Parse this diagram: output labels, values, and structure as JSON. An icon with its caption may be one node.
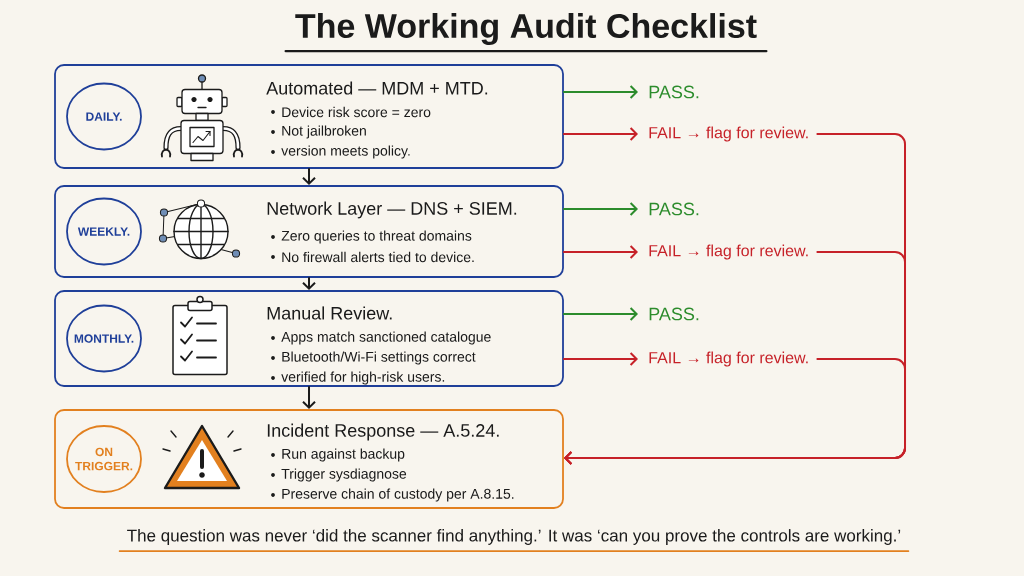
{
  "diagram": {
    "title": "The Working Audit Checklist",
    "caption": "The question was never ‘did the scanner find anything.’ It was ‘can you prove the controls are working.’",
    "nodes": [
      {
        "text": [
          "Automated — MDM + MTD.",
          "Device risk score = zero",
          "Not jailbroken",
          "version meets policy."
        ]
      },
      {
        "text": [
          "DAILY."
        ],
        "in": 0
      },
      {
        "text": [
          "PASS."
        ]
      },
      {
        "text": [
          "FAIL → flag for review."
        ]
      },
      {
        "text": [
          "Network Layer — DNS + SIEM.",
          "Zero queries to threat domains",
          "No firewall alerts tied to device."
        ]
      },
      {
        "text": [
          "WEEKLY."
        ],
        "in": 4
      },
      {
        "text": [
          "PASS."
        ]
      },
      {
        "text": [
          "FAIL → flag for review."
        ]
      },
      {
        "text": [
          "Manual Review.",
          "Apps match sanctioned catalogue",
          "Bluetooth/Wi-Fi settings correct",
          "verified for high-risk users."
        ]
      },
      {
        "text": [
          "MONTHLY."
        ],
        "in": 8
      },
      {
        "text": [
          "PASS."
        ]
      },
      {
        "text": [
          "FAIL → flag for review."
        ]
      },
      {
        "text": [
          "Incident Response — A.5.24.",
          "Run against backup",
          "Trigger sysdiagnose",
          "Preserve chain of custody per A.8.15."
        ]
      },
      {
        "text": [
          "ON TRIGGER."
        ],
        "in": 12
      }
    ],
    "edges": [
      {
        "from": 0,
        "to": 4,
        "arrow": "to",
        "color": "#1b1b1b"
      },
      {
        "from": 4,
        "to": 8,
        "arrow": "to",
        "color": "#1b1b1b"
      },
      {
        "from": 8,
        "to": 12,
        "arrow": "to",
        "color": "#1b1b1b"
      },
      {
        "from": 0,
        "to": 2,
        "arrow": "to",
        "color": "#2c8c2c"
      },
      {
        "from": 0,
        "to": 3,
        "arrow": "to"
      },
      {
        "from": 4,
        "to": 6,
        "arrow": "to",
        "color": "#2c8c2c"
      },
      {
        "from": 4,
        "to": 7,
        "arrow": "to"
      },
      {
        "from": 8,
        "to": 10,
        "arrow": "to",
        "color": "#2c8c2c"
      },
      {
        "from": 8,
        "to": 11,
        "arrow": "to"
      },
      {
        "from": 3,
        "to": 12,
        "arrow": "to"
      },
      {
        "from": 7,
        "to": 12,
        "arrow": "to"
      },
      {
        "from": 11,
        "to": 12,
        "arrow": "to"
      }
    ]
  }
}
